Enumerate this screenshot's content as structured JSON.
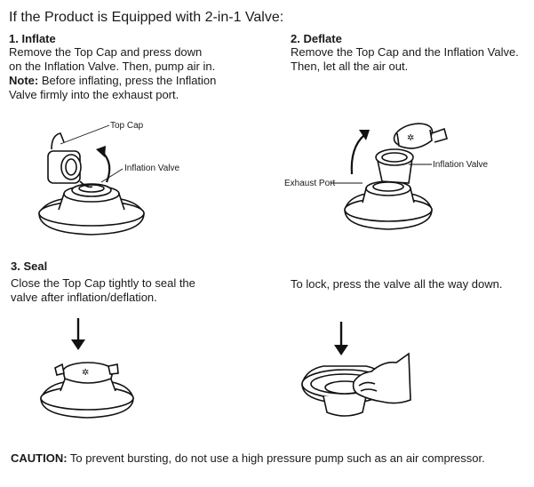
{
  "title": "If the Product is Equipped with 2-in-1 Valve:",
  "steps": {
    "inflate": {
      "heading": "1. Inflate",
      "line1": "Remove the Top Cap and press down",
      "line2": "on the Inflation Valve. Then, pump air in.",
      "note_label": "Note:",
      "note_line1": " Before inflating, press the Inflation",
      "note_line2": "Valve firmly into the exhaust port.",
      "callout_top_cap": "Top Cap",
      "callout_inflation_valve": "Inflation Valve"
    },
    "deflate": {
      "heading": "2. Deflate",
      "line1": "Remove the Top Cap and the Inflation Valve.",
      "line2": "Then, let all the air out.",
      "callout_exhaust_port": "Exhaust Port",
      "callout_inflation_valve": "Inflation Valve"
    },
    "seal": {
      "heading": "3. Seal",
      "line1": "Close the Top Cap tightly to seal the",
      "line2": "valve after inflation/deflation."
    },
    "lock": {
      "line1": "To lock, press the valve all the way down."
    }
  },
  "caution": {
    "label": "CAUTION:",
    "text": " To prevent bursting, do not use a high pressure pump such as an air compressor."
  }
}
